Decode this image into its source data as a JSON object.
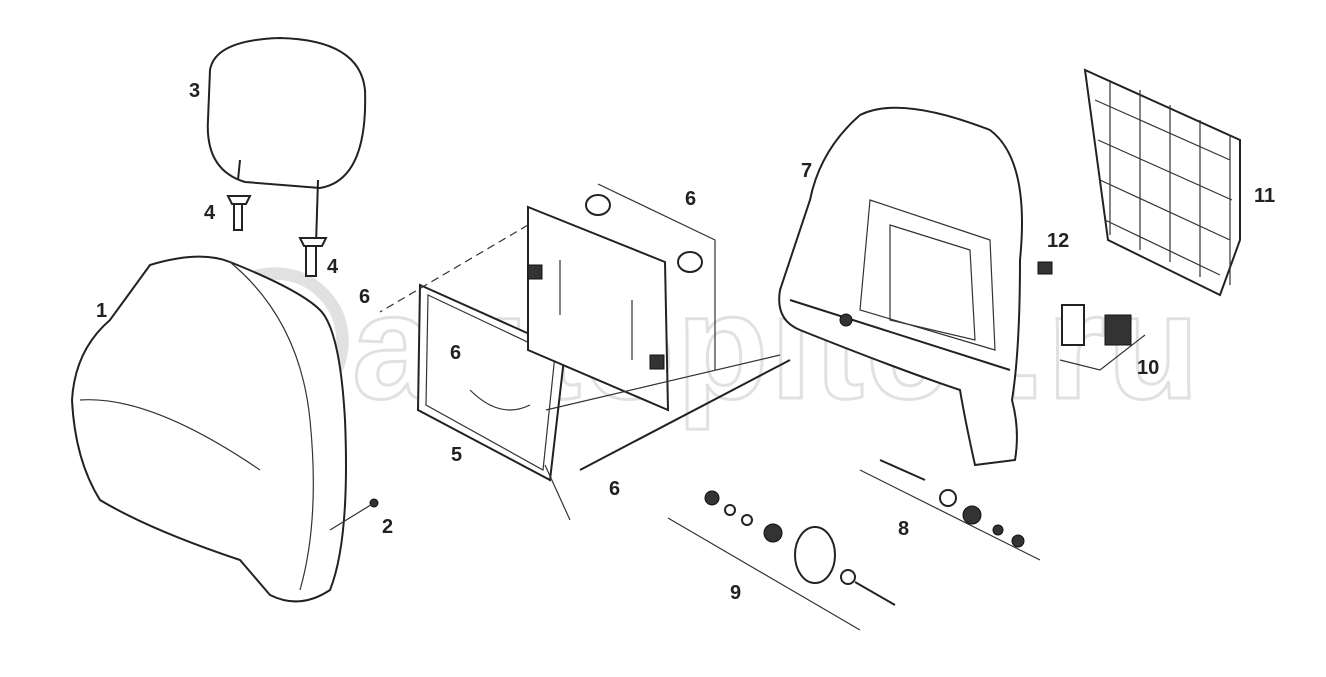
{
  "watermark": "autopiter.ru",
  "callouts": [
    {
      "id": "c1",
      "text": "1"
    },
    {
      "id": "c2",
      "text": "2"
    },
    {
      "id": "c3",
      "text": "3"
    },
    {
      "id": "c4a",
      "text": "4"
    },
    {
      "id": "c4b",
      "text": "4"
    },
    {
      "id": "c5",
      "text": "5"
    },
    {
      "id": "c6a",
      "text": "6"
    },
    {
      "id": "c6b",
      "text": "6"
    },
    {
      "id": "c6c",
      "text": "6"
    },
    {
      "id": "c6d",
      "text": "6"
    },
    {
      "id": "c7",
      "text": "7"
    },
    {
      "id": "c8",
      "text": "8"
    },
    {
      "id": "c9",
      "text": "9"
    },
    {
      "id": "c10",
      "text": "10"
    },
    {
      "id": "c11",
      "text": "11"
    },
    {
      "id": "c12",
      "text": "12"
    }
  ]
}
